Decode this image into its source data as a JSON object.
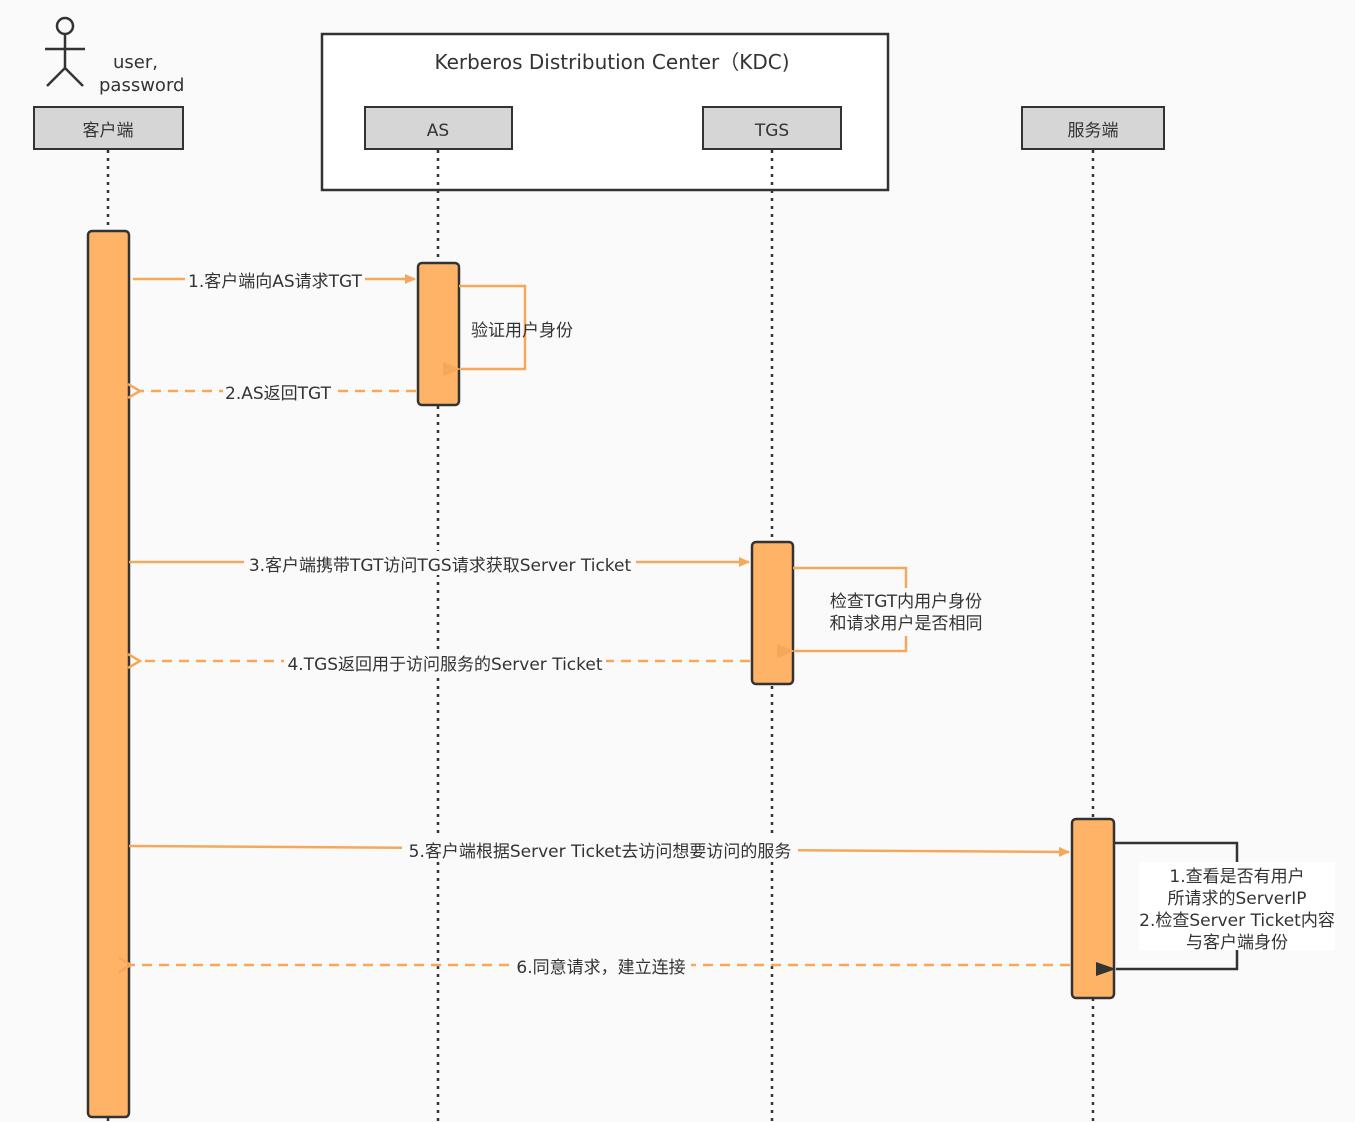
{
  "actor": {
    "line1": "user,",
    "line2": "password"
  },
  "kdc": {
    "title": "Kerberos Distribution Center（KDC)"
  },
  "participants": [
    {
      "id": "client",
      "label": "客户端"
    },
    {
      "id": "as",
      "label": "AS"
    },
    {
      "id": "tgs",
      "label": "TGS"
    },
    {
      "id": "server",
      "label": "服务端"
    }
  ],
  "messages": [
    {
      "label": "1.客户端向AS请求TGT"
    },
    {
      "label": "2.AS返回TGT"
    },
    {
      "label": "3.客户端携带TGT访问TGS请求获取Server Ticket"
    },
    {
      "label": "4.TGS返回用于访问服务的Server Ticket"
    },
    {
      "label": "5.客户端根据Server Ticket去访问想要访问的服务"
    },
    {
      "label": "6.同意请求，建立连接"
    }
  ],
  "self_checks": {
    "as": {
      "lines": [
        "验证用户身份"
      ]
    },
    "tgs": {
      "lines": [
        "检查TGT内用户身份",
        "和请求用户是否相同"
      ]
    },
    "server": {
      "lines": [
        "1.查看是否有用户",
        "所请求的ServerIP",
        "2.检查Server Ticket内容",
        "与客户端身份"
      ]
    }
  },
  "colors": {
    "activation_fill": "#FFB366",
    "arrow": "#F5A85A",
    "header_fill": "#D6D6D6",
    "border": "#333333"
  }
}
